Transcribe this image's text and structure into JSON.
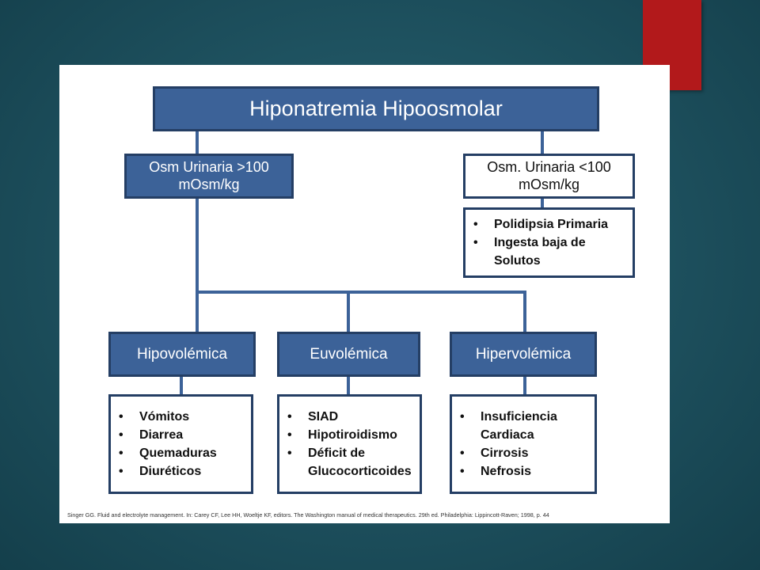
{
  "diagram": {
    "title": "Hiponatremia Hipoosmolar",
    "left_branch": {
      "line1": "Osm Urinaria >100",
      "line2": "mOsm/kg"
    },
    "right_branch": {
      "line1": "Osm. Urinaria <100",
      "line2": "mOsm/kg",
      "causes": [
        "Polidipsia Primaria",
        "Ingesta baja de Solutos"
      ]
    },
    "categories": [
      {
        "label": "Hipovolémica",
        "causes": [
          "Vómitos",
          "Diarrea",
          "Quemaduras",
          "Diuréticos"
        ]
      },
      {
        "label": "Euvolémica",
        "causes": [
          "SIAD",
          "Hipotiroidismo",
          "Déficit de Glucocorticoides"
        ]
      },
      {
        "label": "Hipervolémica",
        "causes": [
          "Insuficiencia Cardiaca",
          "Cirrosis",
          "Nefrosis"
        ]
      }
    ]
  },
  "citation": "Singer GG. Fluid and electrolyte management. In: Carey CF, Lee HH, Woeltje KF, editors. The Washington manual of medical therapeutics. 29th ed. Philadelphia: Lippincott-Raven; 1998, p. 44",
  "colors": {
    "background": "#1f5361",
    "accent_bar": "#b2191b",
    "box_fill": "#3c6298",
    "box_border": "#243e64",
    "slide": "#ffffff"
  }
}
